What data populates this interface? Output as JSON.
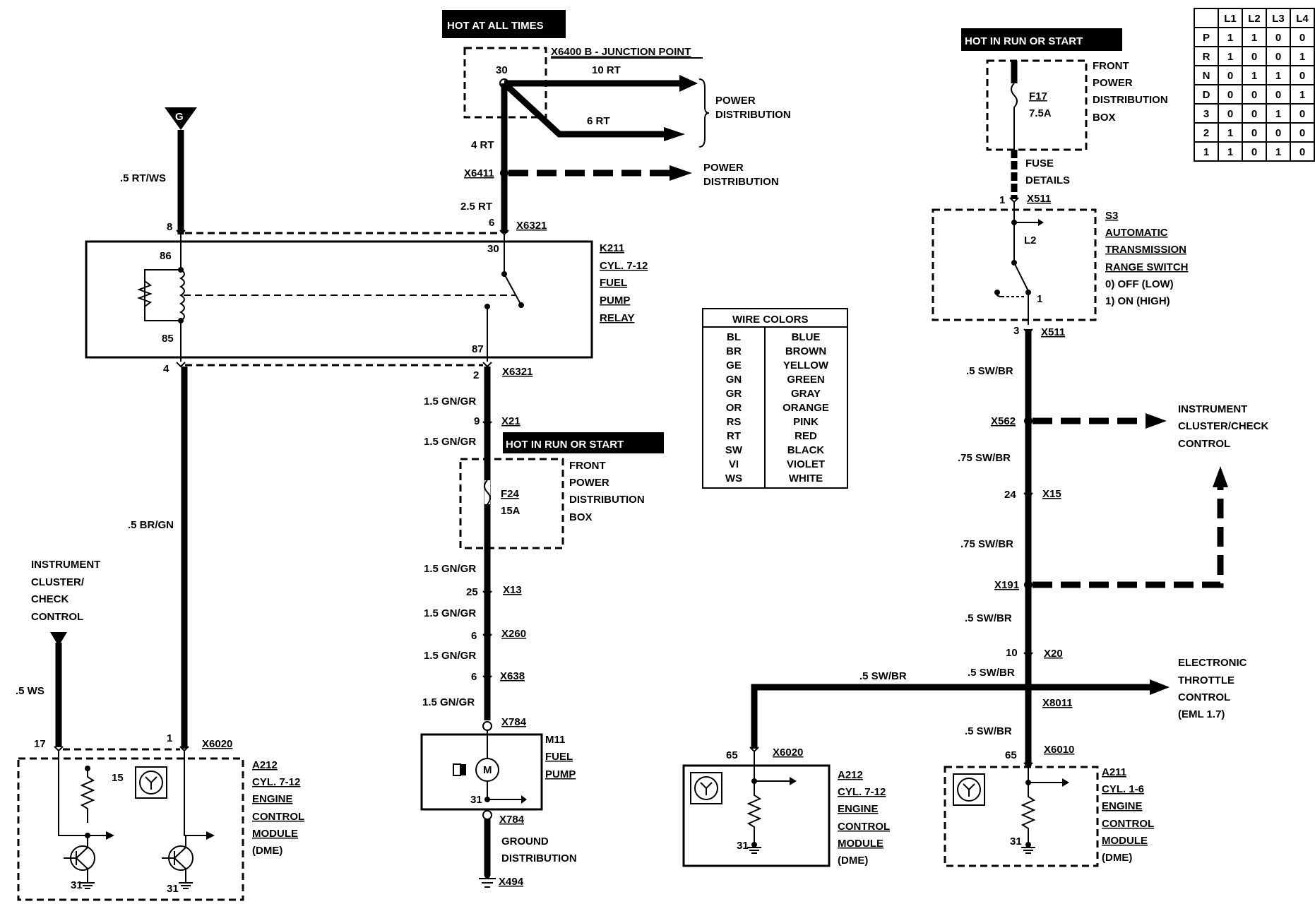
{
  "banners": {
    "hot_at_all_times": "HOT AT ALL TIMES",
    "hot_run_start_top": "HOT IN RUN OR START",
    "hot_run_start_mid": "HOT IN RUN OR START"
  },
  "ground_symbol": "G",
  "junction": {
    "title": "X6400 B - JUNCTION POINT",
    "pin": "30",
    "wire1": "10 RT",
    "wire2": "6 RT",
    "wire3": "4 RT"
  },
  "power_distribution": {
    "l1a": "POWER",
    "l1b": "DISTRIBUTION",
    "l2a": "POWER",
    "l2b": "DISTRIBUTION"
  },
  "connectors": {
    "x6411": "X6411",
    "x6321_top": "X6321",
    "x6321_bot": "X6321",
    "x21": "X21",
    "x13": "X13",
    "x260": "X260",
    "x638": "X638",
    "x784_top": "X784",
    "x784_bot": "X784",
    "x494": "X494",
    "x6020_left": "X6020",
    "x6020_mid": "X6020",
    "x6010": "X6010",
    "x511_top": "X511",
    "x511_bot": "X511",
    "x562": "X562",
    "x15": "X15",
    "x191": "X191",
    "x20": "X20",
    "x8011": "X8011"
  },
  "wires": {
    "w_05rtws": ".5 RT/WS",
    "w_25rt": "2.5 RT",
    "w_05brgn": ".5 BR/GN",
    "w_05ws": ".5 WS",
    "w_15gngr_1": "1.5 GN/GR",
    "w_15gngr_2": "1.5 GN/GR",
    "w_15gngr_3": "1.5 GN/GR",
    "w_15gngr_4": "1.5 GN/GR",
    "w_15gngr_5": "1.5 GN/GR",
    "w_15gngr_6": "1.5 GN/GR",
    "w_05swbr_1": ".5 SW/BR",
    "w_075swbr_1": ".75 SW/BR",
    "w_075swbr_2": ".75 SW/BR",
    "w_05swbr_2": ".5 SW/BR",
    "w_05swbr_3": ".5 SW/BR",
    "w_05swbr_4": ".5 SW/BR",
    "w_05swbr_5": ".5 SW/BR"
  },
  "pins": {
    "p8": "8",
    "p6": "6",
    "p86": "86",
    "p85": "85",
    "p30": "30",
    "p87": "87",
    "p4": "4",
    "p2": "2",
    "p9": "9",
    "p25": "25",
    "p6b": "6",
    "p6c": "6",
    "p17": "17",
    "p1": "1",
    "p15": "15",
    "p31a": "31",
    "p31b": "31",
    "p31c": "31",
    "p65a": "65",
    "p31d": "31",
    "p65b": "65",
    "p31e": "31",
    "p1x511": "1",
    "p3": "3",
    "p24": "24",
    "p10": "10",
    "p1s3": "1"
  },
  "relay": {
    "l1": "K211",
    "l2": "CYL. 7-12",
    "l3": "FUEL",
    "l4": "PUMP",
    "l5": "RELAY"
  },
  "fuse_f24": {
    "name": "F24",
    "rating": "15A",
    "l1": "FRONT",
    "l2": "POWER",
    "l3": "DISTRIBUTION",
    "l4": "BOX"
  },
  "fuse_f17": {
    "name": "F17",
    "rating": "7.5A",
    "l1": "FRONT",
    "l2": "POWER",
    "l3": "DISTRIBUTION",
    "l4": "BOX",
    "d1": "FUSE",
    "d2": "DETAILS"
  },
  "pump": {
    "l1": "M11",
    "l2": "FUEL",
    "l3": "PUMP",
    "g1": "GROUND",
    "g2": "DISTRIBUTION"
  },
  "icc_left": {
    "l1": "INSTRUMENT",
    "l2": "CLUSTER/",
    "l3": "CHECK",
    "l4": "CONTROL"
  },
  "icc_right": {
    "l1": "INSTRUMENT",
    "l2": "CLUSTER/CHECK",
    "l3": "CONTROL"
  },
  "etc": {
    "l1": "ELECTRONIC",
    "l2": "THROTTLE",
    "l3": "CONTROL",
    "l4": "(EML 1.7)"
  },
  "ecm_left": {
    "l1": "A212",
    "l2": "CYL. 7-12",
    "l3": "ENGINE",
    "l4": "CONTROL",
    "l5": "MODULE",
    "l6": "(DME)"
  },
  "ecm_mid": {
    "l1": "A212",
    "l2": "CYL. 7-12",
    "l3": "ENGINE",
    "l4": "CONTROL",
    "l5": "MODULE",
    "l6": "(DME)"
  },
  "ecm_right": {
    "l1": "A211",
    "l2": "CYL. 1-6",
    "l3": "ENGINE",
    "l4": "CONTROL",
    "l5": "MODULE",
    "l6": "(DME)"
  },
  "switch_s3": {
    "l1": "S3",
    "l2": "AUTOMATIC",
    "l3": "TRANSMISSION",
    "l4": "RANGE SWITCH",
    "l5": "0) OFF (LOW)",
    "l6": "1) ON (HIGH)",
    "contact": "L2"
  },
  "wire_colors": {
    "title": "WIRE COLORS",
    "rows": [
      {
        "code": "BL",
        "name": "BLUE"
      },
      {
        "code": "BR",
        "name": "BROWN"
      },
      {
        "code": "GE",
        "name": "YELLOW"
      },
      {
        "code": "GN",
        "name": "GREEN"
      },
      {
        "code": "GR",
        "name": "GRAY"
      },
      {
        "code": "OR",
        "name": "ORANGE"
      },
      {
        "code": "RS",
        "name": "PINK"
      },
      {
        "code": "RT",
        "name": "RED"
      },
      {
        "code": "SW",
        "name": "BLACK"
      },
      {
        "code": "VI",
        "name": "VIOLET"
      },
      {
        "code": "WS",
        "name": "WHITE"
      }
    ]
  },
  "truth_table": {
    "headers": [
      "L1",
      "L2",
      "L3",
      "L4"
    ],
    "rows": [
      {
        "pos": "P",
        "v": [
          "1",
          "1",
          "0",
          "0"
        ]
      },
      {
        "pos": "R",
        "v": [
          "1",
          "0",
          "0",
          "1"
        ]
      },
      {
        "pos": "N",
        "v": [
          "0",
          "1",
          "1",
          "0"
        ]
      },
      {
        "pos": "D",
        "v": [
          "0",
          "0",
          "0",
          "1"
        ]
      },
      {
        "pos": "3",
        "v": [
          "0",
          "0",
          "1",
          "0"
        ]
      },
      {
        "pos": "2",
        "v": [
          "1",
          "0",
          "0",
          "0"
        ]
      },
      {
        "pos": "1",
        "v": [
          "1",
          "0",
          "1",
          "0"
        ]
      }
    ]
  }
}
